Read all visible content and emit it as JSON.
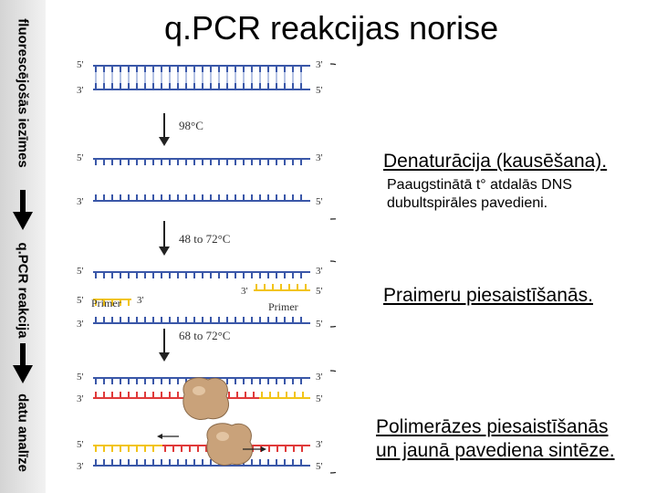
{
  "title": "q.PCR reakcijas norise",
  "sidebar": {
    "labels": [
      "fluorescējošās iezīmes",
      "q.PCR reakcija",
      "datu analīze"
    ]
  },
  "steps": [
    {
      "temp": "98°C",
      "heading": "Denaturācija (kausēšana).",
      "detail_lines": [
        "Paaugstinātā t° atdalās DNS",
        "dubultspirāles  pavedieni."
      ]
    },
    {
      "temp": "48 to 72°C",
      "heading": "Praimeru piesaistīšanās."
    },
    {
      "temp": "68 to 72°C",
      "heading_lines": [
        "Polimerāzes piesaistīšanās",
        "un jaunā pavediena sintēze."
      ]
    }
  ],
  "primer_label": "Primer",
  "strand_ends": {
    "five": "5'",
    "three": "3'"
  },
  "colors": {
    "template": "#3a57a8",
    "primer": "#f2c418",
    "new_strand": "#e03a3a",
    "enzyme": "#c9a27a",
    "arrow": "#222222"
  }
}
